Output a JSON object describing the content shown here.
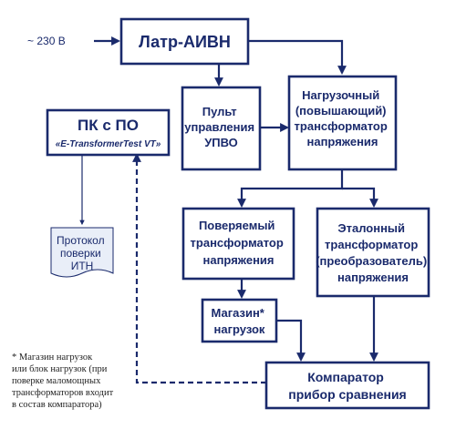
{
  "input_label": "~ 230 В",
  "boxes": {
    "latr": "Латр-АИВН",
    "pu": [
      "Пульт",
      "управления",
      "УПВО"
    ],
    "load": [
      "Нагрузочный",
      "(повышающий)",
      "трансформатор",
      "напряжения"
    ],
    "pc_title": "ПК с ПО",
    "pc_sub": "«E-TransformerTest VT»",
    "verified": [
      "Поверяемый",
      "трансформатор",
      "напряжения"
    ],
    "reference": [
      "Эталонный",
      "трансформатор",
      "(преобразователь)",
      "напряжения"
    ],
    "magazine": [
      "Магазин*",
      "нагрузок"
    ],
    "comparator": [
      "Компаратор",
      "прибор сравнения"
    ]
  },
  "protocol": [
    "Протокол",
    "поверки",
    "ИТН"
  ],
  "footnote": [
    "* Магазин нагрузок",
    "или блок нагрузок (при",
    "поверке маломощных",
    "трансформаторов входит",
    "в состав компаратора)"
  ],
  "colors": {
    "ink": "#1a2a6c",
    "doc_fill": "#e9eef8"
  }
}
